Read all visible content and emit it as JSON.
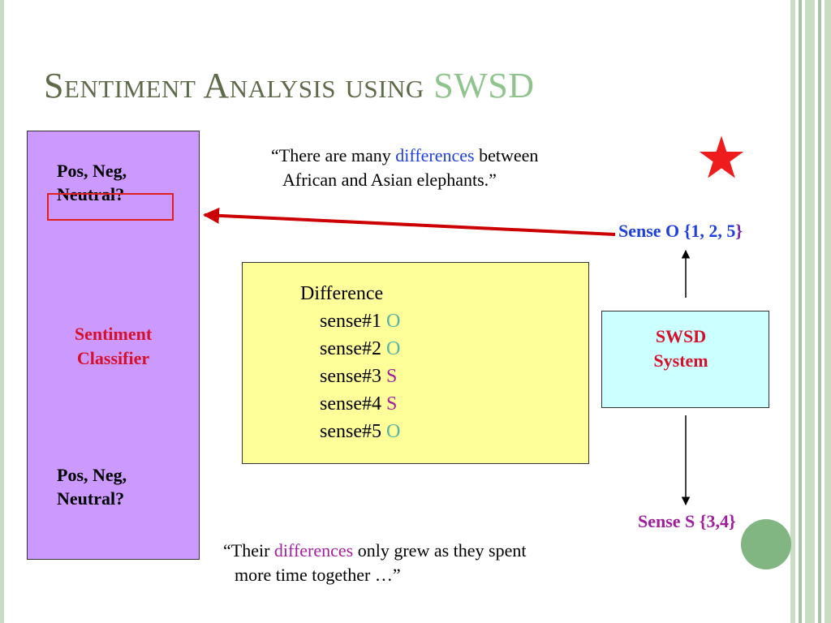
{
  "title": {
    "main": "Sentiment Analysis using",
    "accent": "SWSD"
  },
  "classifier": {
    "question_top": [
      "Pos, Neg,",
      "Neutral?"
    ],
    "label": [
      "Sentiment",
      "Classifier"
    ],
    "question_bottom": [
      "Pos, Neg,",
      "Neutral?"
    ]
  },
  "quote1": {
    "line1_before": "“There are many",
    "line1_word": "differences",
    "line1_after": "between",
    "line2": "African and Asian elephants.”"
  },
  "quote2": {
    "line1_before": "“Their",
    "line1_word": "differences",
    "line1_after": "only grew as they spent",
    "line2": "more time together …”"
  },
  "senses": {
    "header": "Difference",
    "items": [
      {
        "label": "sense#1",
        "tag": "O"
      },
      {
        "label": "sense#2",
        "tag": "O"
      },
      {
        "label": "sense#3",
        "tag": "S"
      },
      {
        "label": "sense#4",
        "tag": "S"
      },
      {
        "label": "sense#5",
        "tag": "O"
      }
    ]
  },
  "swsd": {
    "label": [
      "SWSD",
      "System"
    ]
  },
  "sense_o": {
    "text": "Sense O {1, 2, 5",
    "close": "}"
  },
  "sense_s": {
    "text": "Sense S {3,4}"
  },
  "icons": {
    "star": "star-icon",
    "decor": "circle-icon"
  },
  "colors": {
    "accent_red": "#d5102a",
    "blue": "#1f3fdd",
    "purple": "#9f1f9f",
    "teal": "#58b2a6",
    "arrow_red": "#cc0000",
    "star_red": "#ee1c1c"
  }
}
